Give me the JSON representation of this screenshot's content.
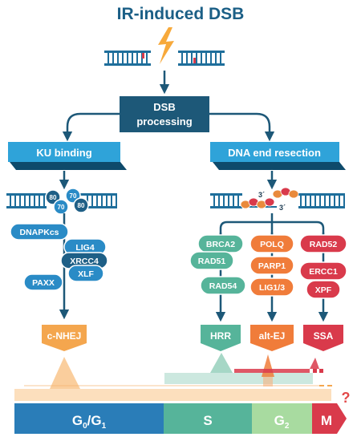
{
  "title": "IR-induced DSB",
  "processing": {
    "line1": "DSB",
    "line2": "processing"
  },
  "left_branch": {
    "header": "KU binding",
    "ku_labels": [
      "80",
      "70",
      "70",
      "80"
    ],
    "proteins": [
      "DNAPKcs",
      "LIG4",
      "XRCC4",
      "XLF",
      "PAXX"
    ],
    "pathway": "c-NHEJ"
  },
  "right_branch": {
    "header": "DNA end resection",
    "end_labels": [
      "3´",
      "3´"
    ],
    "hrr": {
      "proteins": [
        "BRCA2",
        "RAD51",
        "RAD54"
      ],
      "pathway": "HRR"
    },
    "altej": {
      "proteins": [
        "POLQ",
        "PARP1",
        "LIG1/3"
      ],
      "pathway": "alt-EJ"
    },
    "ssa": {
      "proteins": [
        "RAD52",
        "ERCC1",
        "XPF"
      ],
      "pathway": "SSA"
    }
  },
  "cell_cycle": {
    "g0g1": {
      "main": "G",
      "sub1": "0",
      "sep": "/G",
      "sub2": "1"
    },
    "s": "S",
    "g2": {
      "main": "G",
      "sub": "2"
    },
    "m": "M",
    "unknown": "?"
  },
  "colors": {
    "title": "#1b5f86",
    "dna": "#1e6e9b",
    "processing": "#1d5878",
    "header": "#2fa3d9",
    "nhej": "#2a8bc6",
    "nhej_dark": "#1e5f86",
    "hrr": "#56b49a",
    "altej": "#f07c3a",
    "ssa": "#d93a4b",
    "nhej_box": "#f4a64e",
    "question": "#e24a4a"
  }
}
